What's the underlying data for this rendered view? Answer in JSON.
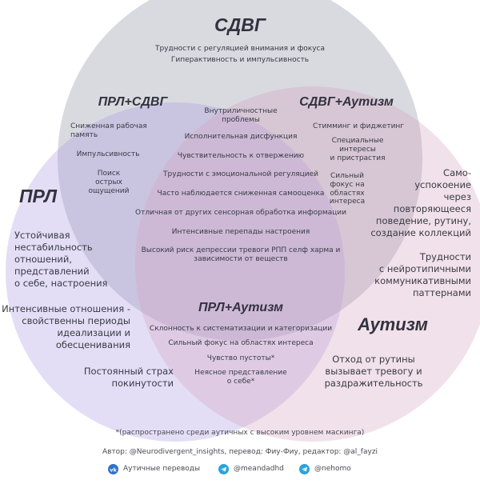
{
  "colors": {
    "adhd": "#a4a4b5",
    "bpd": "#a99ae0",
    "autism": "#d3a3bf",
    "background": "#ffffff"
  },
  "adhd": {
    "title": "СДВГ",
    "items": [
      "Трудности с регуляцией внимания и фокуса",
      "Гиперактивность и импульсивность"
    ]
  },
  "bpd_adhd": {
    "title": "ПРЛ+СДВГ",
    "items": [
      "Сниженная рабочая\nпамять",
      "Импульсивность",
      "Поиск\nострых\nощущений"
    ]
  },
  "adhd_autism": {
    "title": "СДВГ+Аутизм",
    "items": [
      "Стимминг и фиджетинг",
      "Специальные\nинтересы\nи пристрастия",
      "Сильный\nфокус на\nобластях\nинтереса"
    ]
  },
  "center": {
    "items": [
      "Внутриличностные\nпроблемы",
      "Исполнительная дисфункция",
      "Чувствительность к отвержению",
      "Трудности с эмоциональной регуляцией",
      "Часто наблюдается сниженная самооценка",
      "Отличная от других сенсорная обработка информации",
      "Интенсивные перепады настроения",
      "Высокий риск депрессии тревоги РПП селф харма и\nзависимости от веществ"
    ]
  },
  "bpd": {
    "title": "ПРЛ",
    "items": [
      "Устойчивая\nнестабильность\nотношений,\nпредставлений\nо себе, настроения",
      "Интенсивные отношения -\nсвойственны периоды\nидеализации и\nобесценивания",
      "Постоянный страх\nпокинутости"
    ]
  },
  "autism": {
    "title": "Аутизм",
    "items": [
      "Само-\nуспокоение\nчерез\nповторяющееся\nповедение, рутину,\nсоздание коллекций",
      "Трудности\nс нейротипичными\nкоммуникативными\nпаттернами",
      "Отход от рутины\nвызывает тревогу и\nраздражительность"
    ]
  },
  "bpd_autism": {
    "title": "ПРЛ+Аутизм",
    "items": [
      "Склонность к систематизации и категоризации",
      "Сильный фокус на областях интереса",
      "Чувство пустоты*",
      "Неясное представление\nо себе*"
    ]
  },
  "footer": {
    "note": "*(распространено среди аутичных с высоким уровнем маскинга)",
    "credits": "Автор: @Neurodivergent_insights, перевод: Фиу-Фиу, редактор: @al_fayzi",
    "sources": [
      {
        "icon": "vk-icon",
        "label": "Аутичные переводы"
      },
      {
        "icon": "telegram-icon",
        "label": "@meandadhd"
      },
      {
        "icon": "telegram-icon",
        "label": "@nehomo"
      }
    ]
  }
}
